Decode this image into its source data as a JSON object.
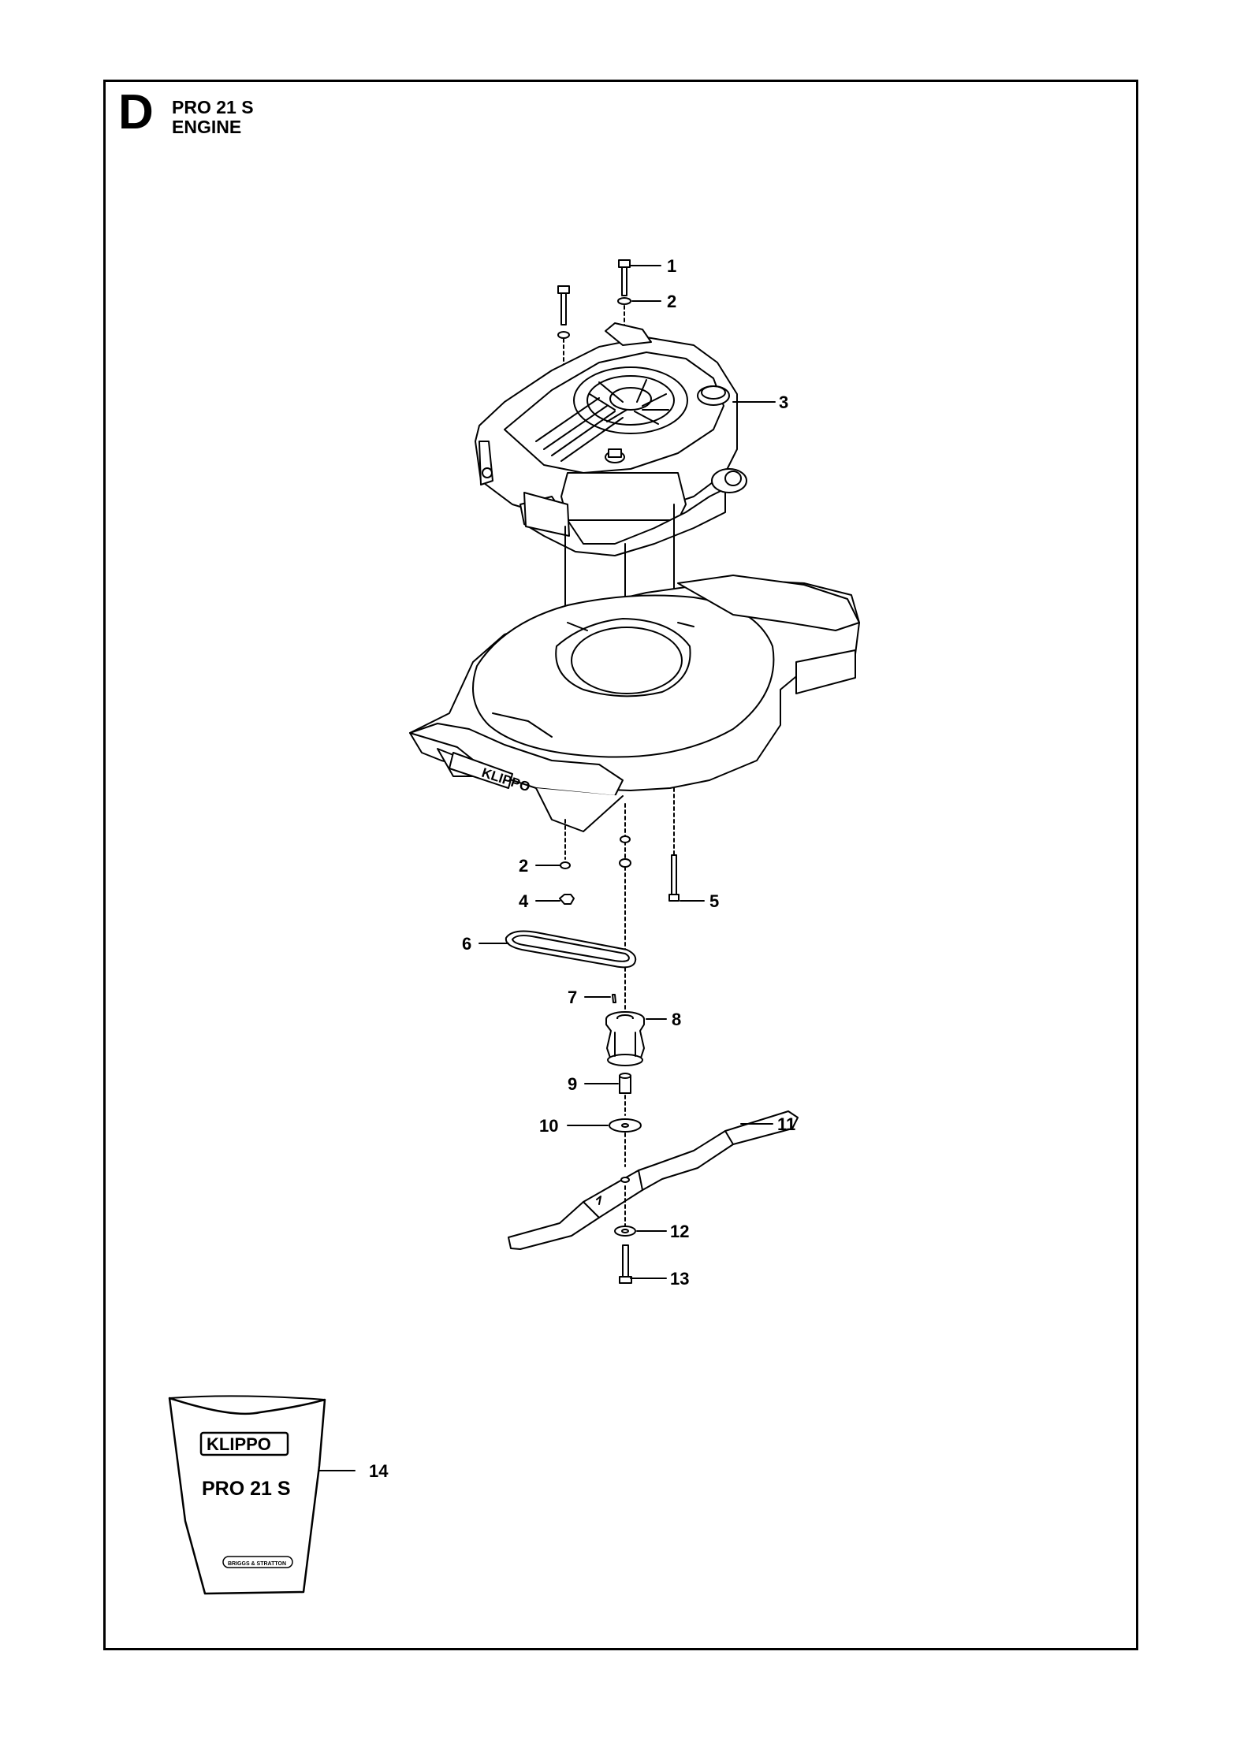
{
  "header": {
    "section_letter": "D",
    "model": "PRO 21 S",
    "section_title": "ENGINE"
  },
  "callouts": [
    "1",
    "2",
    "3",
    "2",
    "4",
    "5",
    "6",
    "7",
    "8",
    "9",
    "10",
    "11",
    "12",
    "13",
    "14"
  ],
  "decal": {
    "brand": "KLIPPO",
    "model": "PRO 21 S",
    "engine_badge": "BRIGGS & STRATTON"
  },
  "deck_emblem": "KLIPPO"
}
